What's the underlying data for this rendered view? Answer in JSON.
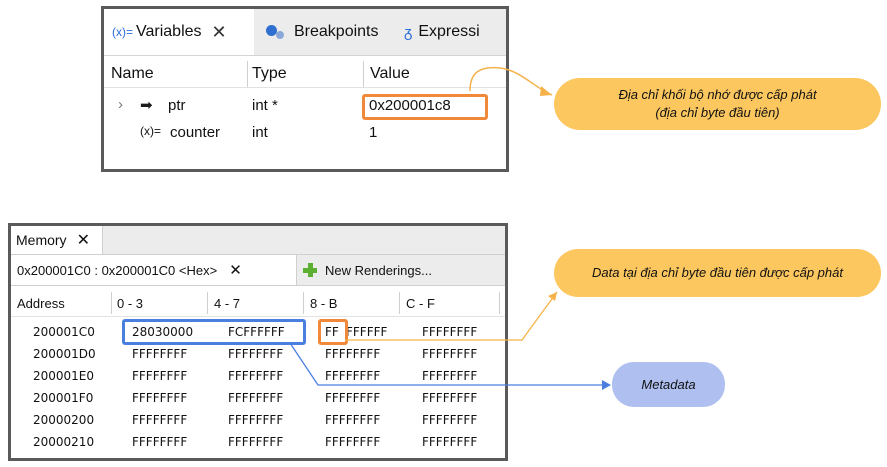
{
  "variables_panel": {
    "tabs": [
      {
        "icon": "(x)=",
        "label": "Variables"
      },
      {
        "label": "Breakpoints"
      },
      {
        "label": "Expressi"
      }
    ],
    "columns": [
      "Name",
      "Type",
      "Value"
    ],
    "rows": [
      {
        "name": "ptr",
        "type": "int *",
        "value": "0x200001c8"
      },
      {
        "name": "counter",
        "icon": "(x)=",
        "type": "int",
        "value": "1"
      }
    ]
  },
  "memory_panel": {
    "tab_label": "Memory",
    "rendering_tab": "0x200001C0 : 0x200001C0 <Hex>",
    "new_renderings": "New Renderings...",
    "columns": [
      "Address",
      "0 - 3",
      "4 - 7",
      "8 - B",
      "C - F"
    ],
    "rows": [
      {
        "address": "200001C0",
        "c0": "28030000",
        "c1": "FCFFFFFF",
        "c2a": "FF",
        "c2b": "FFFFFF",
        "c3": "FFFFFFFF"
      },
      {
        "address": "200001D0",
        "c0": "FFFFFFFF",
        "c1": "FFFFFFFF",
        "c2": "FFFFFFFF",
        "c3": "FFFFFFFF"
      },
      {
        "address": "200001E0",
        "c0": "FFFFFFFF",
        "c1": "FFFFFFFF",
        "c2": "FFFFFFFF",
        "c3": "FFFFFFFF"
      },
      {
        "address": "200001F0",
        "c0": "FFFFFFFF",
        "c1": "FFFFFFFF",
        "c2": "FFFFFFFF",
        "c3": "FFFFFFFF"
      },
      {
        "address": "20000200",
        "c0": "FFFFFFFF",
        "c1": "FFFFFFFF",
        "c2": "FFFFFFFF",
        "c3": "FFFFFFFF"
      },
      {
        "address": "20000210",
        "c0": "FFFFFFFF",
        "c1": "FFFFFFFF",
        "c2": "FFFFFFFF",
        "c3": "FFFFFFFF"
      }
    ]
  },
  "callouts": {
    "allocated_address_line1": "Địa chỉ khối bộ nhớ được cấp phát",
    "allocated_address_line2": "(địa chỉ byte đầu tiên)",
    "first_byte_data": "Data tại địa chỉ byte đầu tiên được cấp phát",
    "metadata": "Metadata"
  },
  "colors": {
    "orange_highlight": "#f08a3a",
    "blue_highlight": "#4a7fe0",
    "callout_orange": "#fcc75f",
    "callout_blue": "#aebff0"
  }
}
